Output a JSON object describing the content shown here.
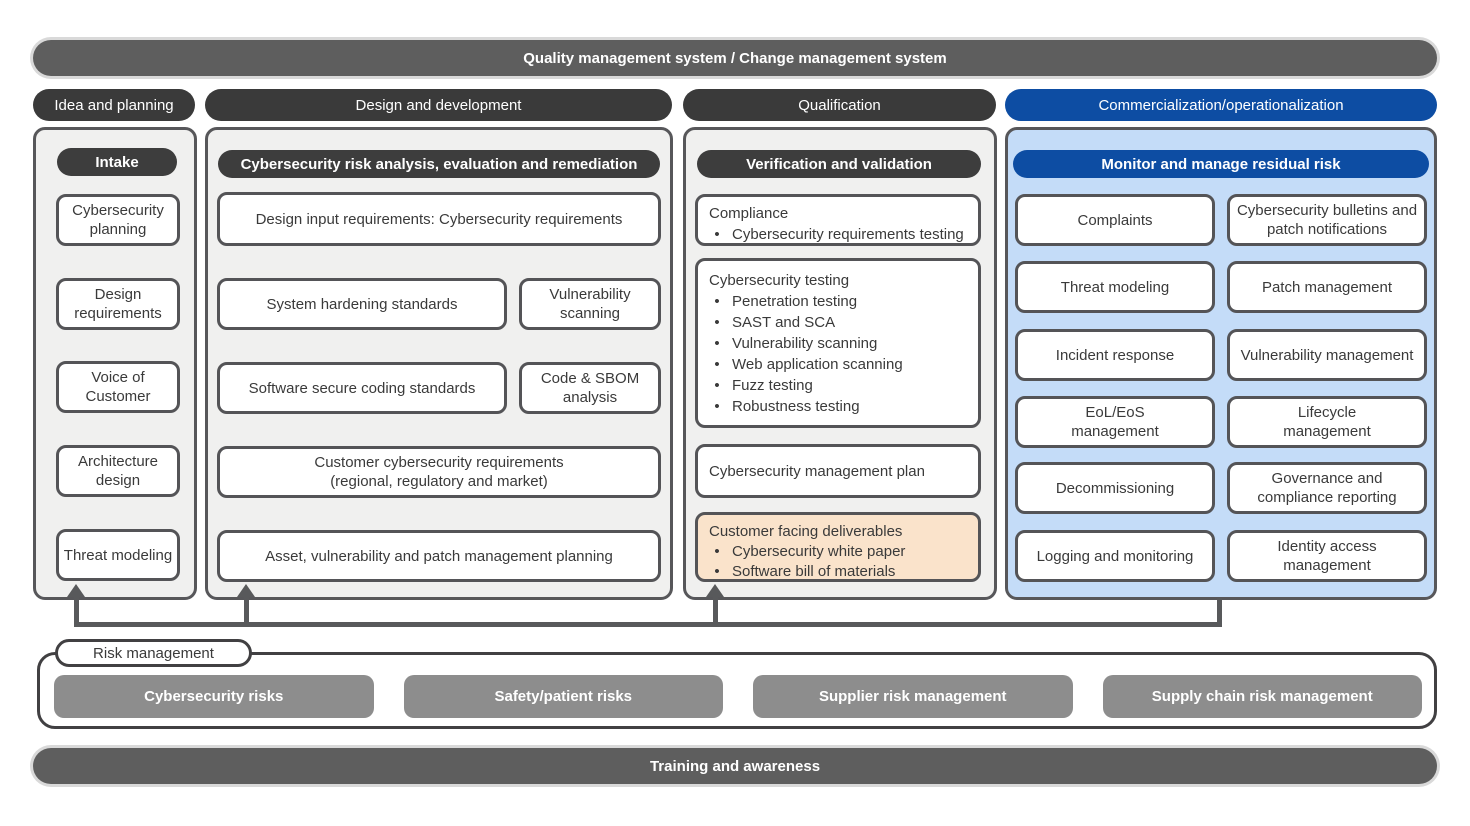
{
  "colors": {
    "accent_blue": "#0d4da3",
    "panel_blue": "#c4dcf8",
    "phase_dark": "#3a3a3a",
    "banner_gray": "#5e5e5e",
    "panel_gray": "#f0f0ef",
    "risk_pill_gray": "#8d8d8d",
    "highlight_orange": "#fae3cb",
    "connector_gray": "#58595b"
  },
  "banners": {
    "top": "Quality management system / Change management system",
    "bottom": "Training and awareness"
  },
  "phases": [
    {
      "label": "Idea and planning"
    },
    {
      "label": "Design and development"
    },
    {
      "label": "Qualification"
    },
    {
      "label": "Commercialization/operationalization"
    }
  ],
  "intake": {
    "header": "Intake",
    "items": [
      "Cybersecurity planning",
      "Design requirements",
      "Voice of Customer",
      "Architecture design",
      "Threat modeling"
    ]
  },
  "design": {
    "header": "Cybersecurity risk analysis, evaluation and remediation",
    "box1": "Design input requirements: Cybersecurity requirements",
    "box2a": "System hardening standards",
    "box2b": "Vulnerability scanning",
    "box3a": "Software secure coding standards",
    "box3b": "Code & SBOM analysis",
    "box4_line1": "Customer cybersecurity requirements",
    "box4_line2": "(regional, regulatory and market)",
    "box5": "Asset, vulnerability and patch management planning"
  },
  "qualification": {
    "header": "Verification and validation",
    "compliance": {
      "title": "Compliance",
      "bullets": [
        "Cybersecurity requirements testing"
      ]
    },
    "testing": {
      "title": "Cybersecurity testing",
      "bullets": [
        "Penetration testing",
        "SAST and SCA",
        "Vulnerability scanning",
        "Web application scanning",
        "Fuzz testing",
        "Robustness testing"
      ]
    },
    "plan": "Cybersecurity management plan",
    "deliverables": {
      "title": "Customer facing deliverables",
      "bullets": [
        "Cybersecurity white paper",
        "Software bill of materials"
      ]
    }
  },
  "commercialization": {
    "header": "Monitor and manage residual risk",
    "left": [
      "Complaints",
      "Threat modeling",
      "Incident response",
      "EoL/EoS management",
      "Decommissioning",
      "Logging and monitoring"
    ],
    "right": [
      "Cybersecurity bulletins and patch notifications",
      "Patch management",
      "Vulnerability management",
      "Lifecycle management",
      "Governance and compliance reporting",
      "Identity access management"
    ]
  },
  "risk": {
    "label": "Risk management",
    "pills": [
      "Cybersecurity risks",
      "Safety/patient risks",
      "Supplier risk management",
      "Supply chain risk management"
    ]
  }
}
